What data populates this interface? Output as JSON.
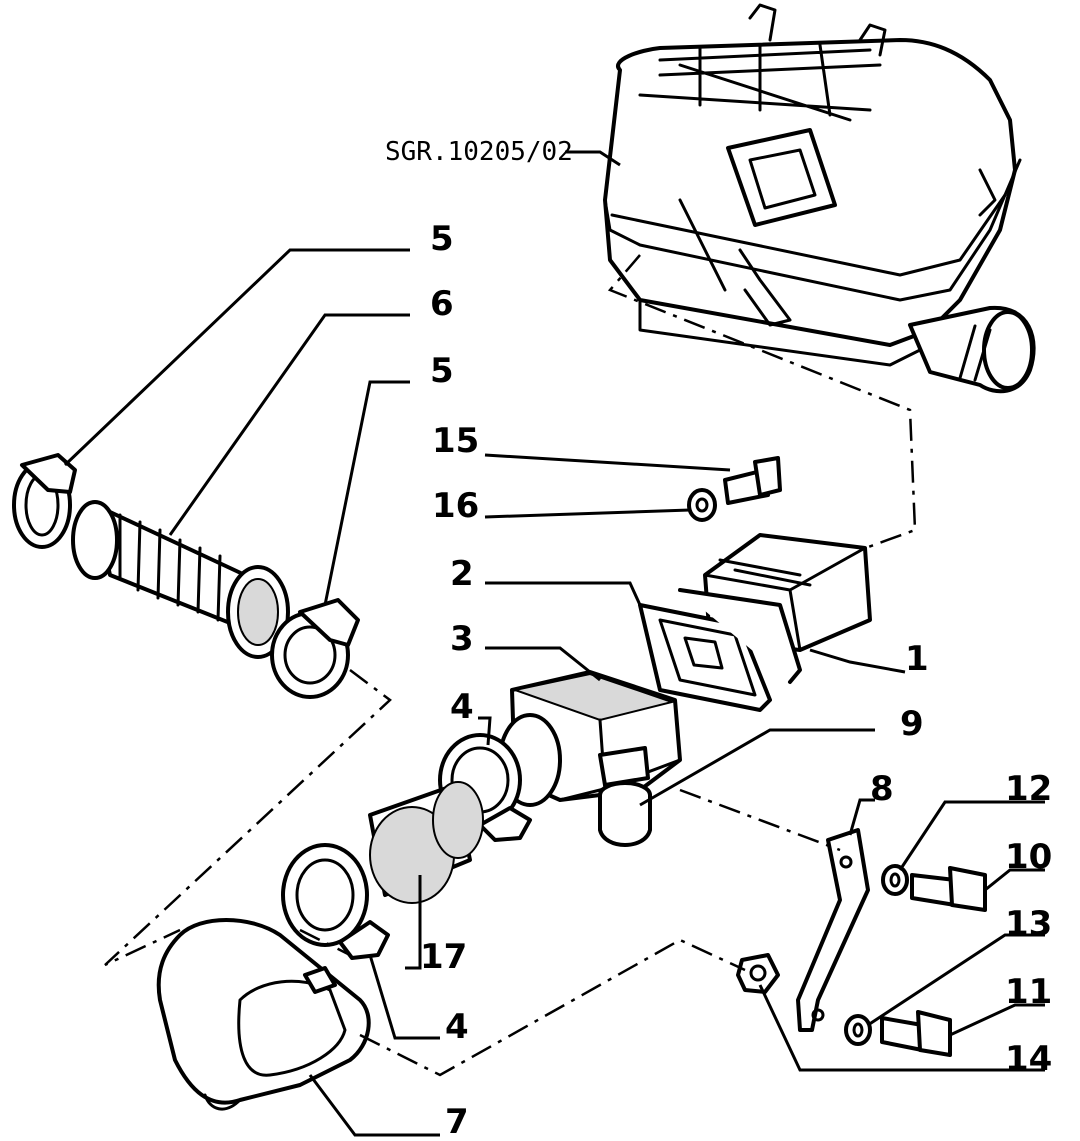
{
  "drawing_code": "SGR.10205/02",
  "labels": {
    "l1": "1",
    "l2": "2",
    "l3": "3",
    "l4a": "4",
    "l4b": "4",
    "l5a": "5",
    "l5b": "5",
    "l6": "6",
    "l7": "7",
    "l8": "8",
    "l9": "9",
    "l10": "10",
    "l11": "11",
    "l12": "12",
    "l13": "13",
    "l14": "14",
    "l15": "15",
    "l16": "16",
    "l17": "17"
  }
}
